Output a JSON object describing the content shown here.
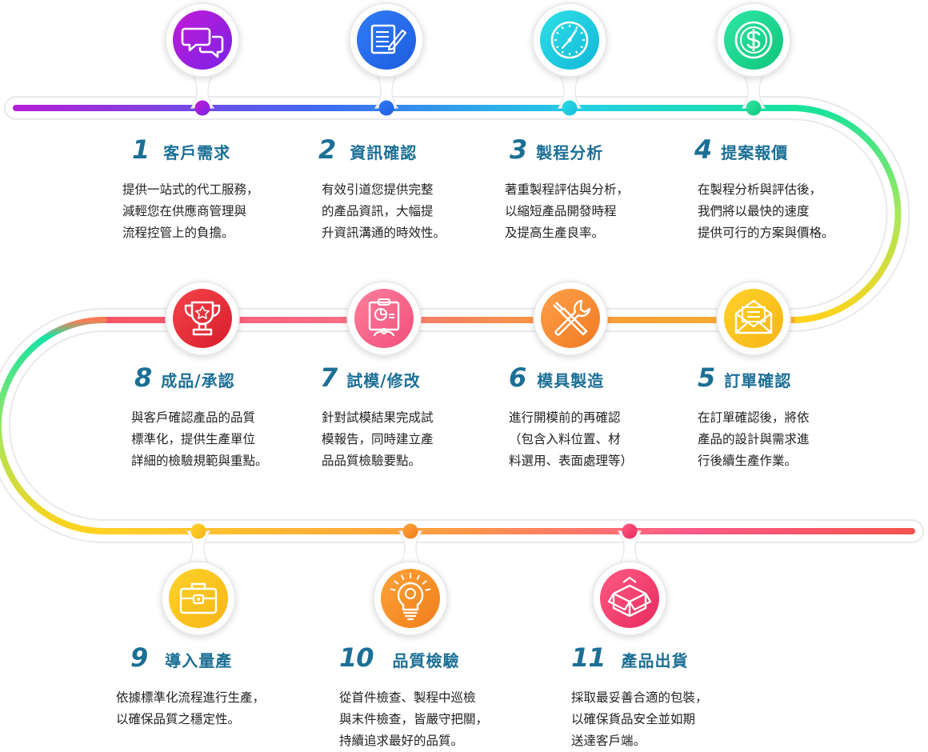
{
  "steps": [
    {
      "num": "1",
      "title": "客戶需求",
      "icon": "chat-bubbles-icon",
      "colors": [
        "#c21bd6",
        "#7a22e6"
      ],
      "desc": [
        "提供一站式的代工服務，",
        "減輕您在供應商管理與",
        "流程控管上的負擔。"
      ]
    },
    {
      "num": "2",
      "title": "資訊確認",
      "icon": "document-pen-icon",
      "colors": [
        "#2f7df6",
        "#1f5be0"
      ],
      "desc": [
        "有效引道您提供完整",
        "的產品資訊，大幅提",
        "升資訊溝通的時效性。"
      ]
    },
    {
      "num": "3",
      "title": "製程分析",
      "icon": "clock-icon",
      "colors": [
        "#2ee0e6",
        "#12b7d8"
      ],
      "desc": [
        "著重製程評估與分析，",
        "以縮短產品開發時程",
        "及提高生產良率。"
      ]
    },
    {
      "num": "4",
      "title": "提案報價",
      "icon": "dollar-coin-icon",
      "colors": [
        "#2ee8a6",
        "#10c47a"
      ],
      "desc": [
        "在製程分析與評估後，",
        "我們將以最快的速度",
        "提供可行的方案與價格。"
      ]
    },
    {
      "num": "5",
      "title": "訂單確認",
      "icon": "envelope-icon",
      "colors": [
        "#ffd22a",
        "#f6b514"
      ],
      "desc": [
        "在訂單確認後，將依",
        "產品的設計與需求進",
        "行後續生產作業。"
      ]
    },
    {
      "num": "6",
      "title": "模具製造",
      "icon": "tools-icon",
      "colors": [
        "#ffa04a",
        "#f07a22"
      ],
      "desc": [
        "進行開模前的再確認",
        "（包含入料位置、材",
        "料選用、表面處理等）"
      ]
    },
    {
      "num": "7",
      "title": "試模/修改",
      "icon": "report-chart-icon",
      "colors": [
        "#ff7f9c",
        "#f04f7a"
      ],
      "desc": [
        "針對試模結果完成試",
        "模報告，同時建立產",
        "品品質檢驗要點。"
      ]
    },
    {
      "num": "8",
      "title": "成品/承認",
      "icon": "trophy-icon",
      "colors": [
        "#f4434a",
        "#d81e2c"
      ],
      "desc": [
        "與客戶確認產品的品質",
        "標準化，提供生產單位",
        "詳細的檢驗規範與重點。"
      ]
    },
    {
      "num": "9",
      "title": "導入量產",
      "icon": "briefcase-icon",
      "colors": [
        "#ffd22a",
        "#f6b514"
      ],
      "desc": [
        "依據標準化流程進行生產，",
        "以確保品質之穩定性。"
      ]
    },
    {
      "num": "10",
      "title": "品質檢驗",
      "icon": "lightbulb-icon",
      "colors": [
        "#ffa33a",
        "#f07e1a"
      ],
      "desc": [
        "從首件檢查、製程中巡檢",
        "與末件檢查，皆嚴守把關，",
        "持續追求最好的品質。"
      ]
    },
    {
      "num": "11",
      "title": "產品出貨",
      "icon": "package-box-icon",
      "colors": [
        "#ff5a84",
        "#e62b5e"
      ],
      "desc": [
        "採取最妥善合適的包裝，",
        "以確保貨品安全並如期",
        "送達客戶端。"
      ]
    }
  ]
}
